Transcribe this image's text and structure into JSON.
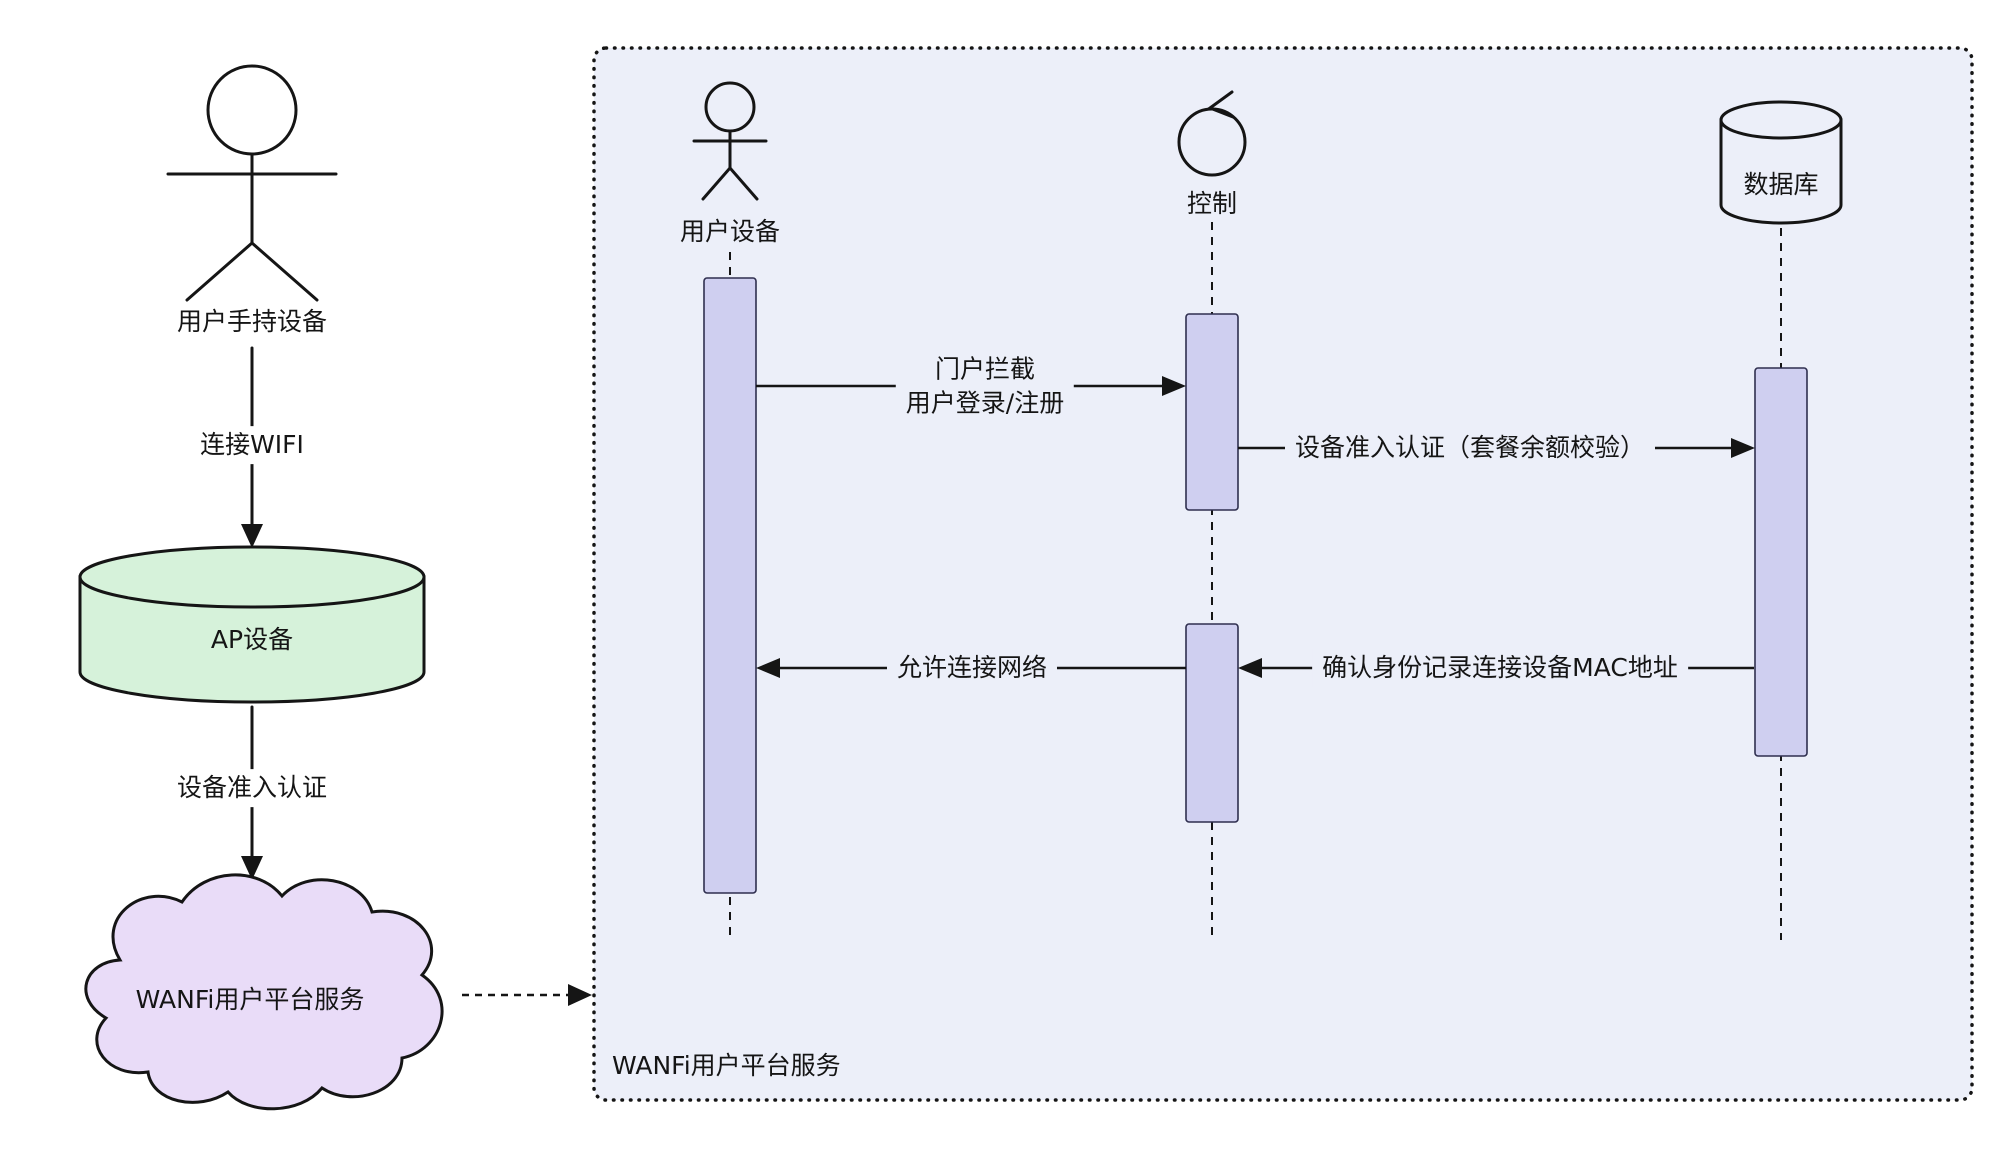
{
  "colors": {
    "frame_bg": "#ECEFF9",
    "activation_fill": "#CFCFF0",
    "activation_border": "#2F2F4F",
    "ap_fill": "#D6F2DA",
    "cloud_fill": "#E9DCF8",
    "line_color": "#151515"
  },
  "left_flow": {
    "actor_label": "用户手持设备",
    "connect_wifi_label": "连接WIFI",
    "ap_device_label": "AP设备",
    "admission_label": "设备准入认证",
    "cloud_label": "WANFi用户平台服务"
  },
  "sequence": {
    "frame_label": "WANFi用户平台服务",
    "participants": {
      "user_device": "用户设备",
      "control": "控制",
      "database": "数据库"
    },
    "messages": {
      "m1_line1": "门户拦截",
      "m1_line2": "用户登录/注册",
      "m2": "设备准入认证（套餐余额校验）",
      "m3": "确认身份记录连接设备MAC地址",
      "m4": "允许连接网络"
    }
  }
}
